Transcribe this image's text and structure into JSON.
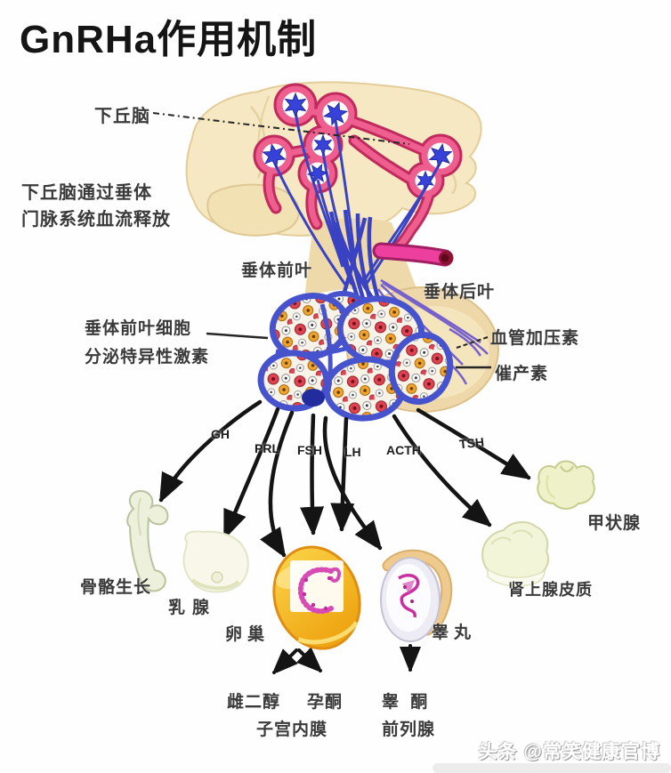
{
  "title": "GnRHa作用机制",
  "labels": {
    "hypothalamus": "下丘脑",
    "portal_line1": "下丘脑通过垂体",
    "portal_line2": "门脉系统血流释放",
    "anterior_pituitary": "垂体前叶",
    "posterior_pituitary": "垂体后叶",
    "anterior_cells_line1": "垂体前叶细胞",
    "anterior_cells_line2": "分泌特异性激素",
    "vasopressin": "血管加压素",
    "oxytocin": "催产素"
  },
  "hormones": [
    "GH",
    "PRL",
    "FSH",
    "LH",
    "ACTH",
    "TSH"
  ],
  "targets": {
    "bone_growth": "骨骼生长",
    "mammary_gland": "乳腺",
    "ovary": "卵巢",
    "testis": "睾丸",
    "thyroid": "甲状腺",
    "adrenal_cortex": "肾上腺皮质"
  },
  "downstream": {
    "estradiol": "雌二醇",
    "progesterone": "孕酮",
    "endometrium": "子宫内膜",
    "testosterone": "睾 酮",
    "prostate": "前列腺"
  },
  "watermark": "头条 @常笑健康官博",
  "colors": {
    "vessel_pink": "#ee5f8f",
    "portal_magenta": "#ec3f9e",
    "neuron_blue": "#3742d8",
    "brain_cream": "#f6e8c2",
    "gland_tan": "#eed7a9",
    "ovary_gold": "#f5b91e",
    "arrow_black": "#141414"
  }
}
